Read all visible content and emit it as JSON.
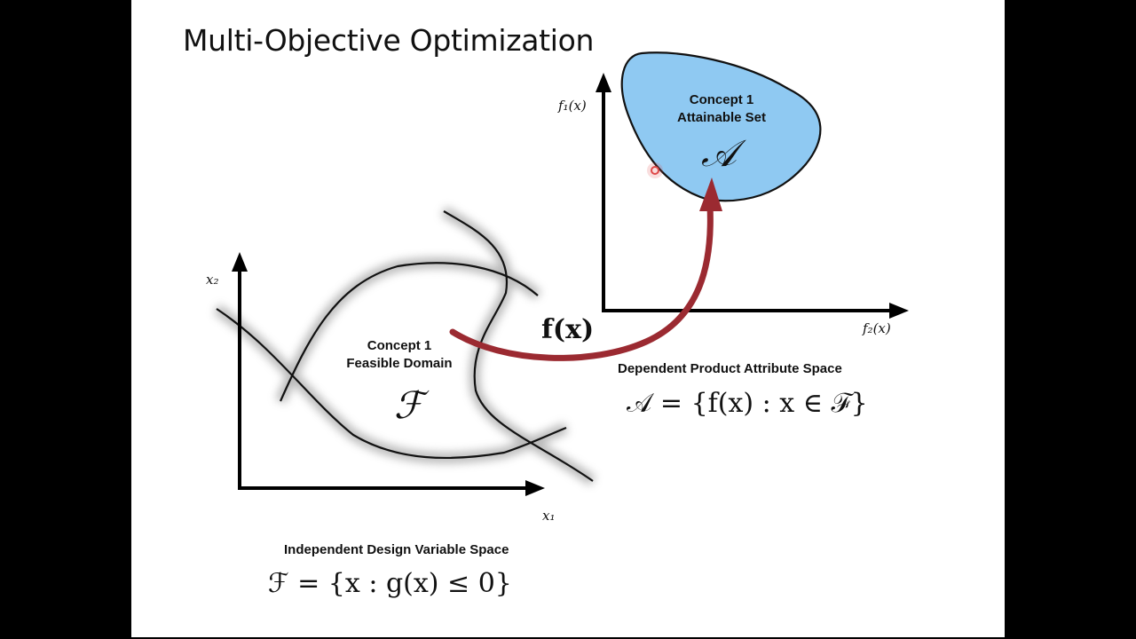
{
  "title": "Multi-Objective Optimization",
  "design_space": {
    "axis_x": "x₁",
    "axis_y": "x₂",
    "region_line1": "Concept 1",
    "region_line2": "Feasible Domain",
    "region_symbol": "ℱ",
    "caption": "Independent Design Variable Space",
    "equation": "ℱ = {x : g(x) ≤ 0}"
  },
  "attribute_space": {
    "axis_x": "f₂(x)",
    "axis_y": "f₁(x)",
    "region_line1": "Concept 1",
    "region_line2": "Attainable Set",
    "region_symbol": "𝒜",
    "caption": "Dependent Product Attribute Space",
    "equation": "𝒜 = {f(x) : x ∈ ℱ}"
  },
  "mapping_label": "f(x)",
  "colors": {
    "attainable_fill": "#8fc9f2",
    "mapping_arrow": "#9b2a31",
    "cursor_dot": "#e04a4a"
  }
}
